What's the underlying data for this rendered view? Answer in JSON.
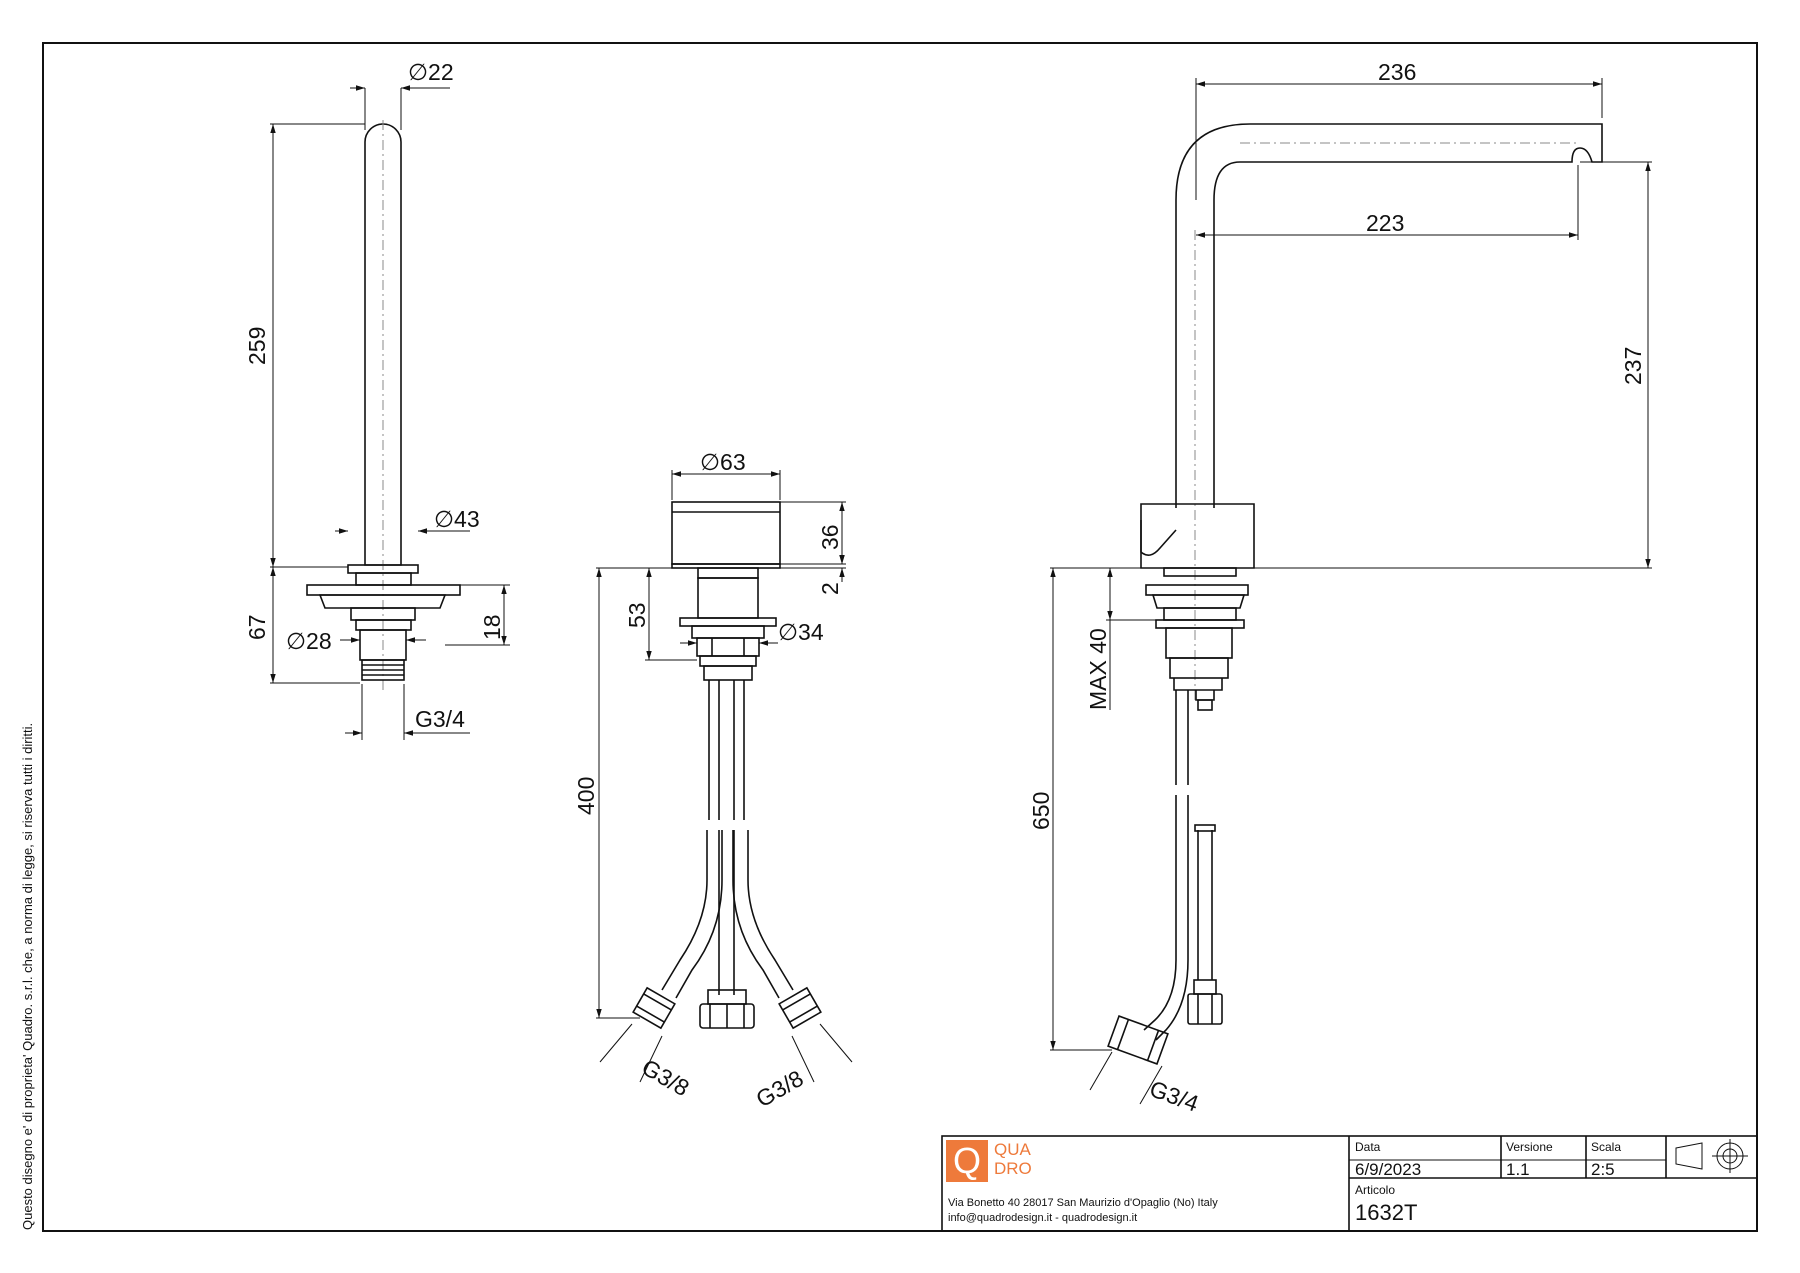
{
  "side_note": "Questo disegno e' di proprieta' Quadro. s.r.l. che, a norma di legge, si riserva tutti i diritti.",
  "dimensions": {
    "d22": "∅22",
    "h259": "259",
    "d43": "∅43",
    "h67": "67",
    "d28": "∅28",
    "h18": "18",
    "g34_left": "G3/4",
    "d63": "∅63",
    "h36": "36",
    "h2": "2",
    "h53": "53",
    "d34": "∅34",
    "h400": "400",
    "g38_a": "G3/8",
    "g38_b": "G3/8",
    "w236": "236",
    "w223": "223",
    "h237": "237",
    "max40": "MAX 40",
    "h650": "650",
    "g34_right": "G3/4"
  },
  "title_block": {
    "logo_letter": "Q",
    "logo_line1": "QUA",
    "logo_line2": "DRO",
    "address": "Via Bonetto 40  28017 San Maurizio d'Opaglio (No) Italy",
    "contact": "info@quadrodesign.it  -  quadrodesign.it",
    "data_label": "Data",
    "data_value": "6/9/2023",
    "versione_label": "Versione",
    "versione_value": "1.1",
    "scala_label": "Scala",
    "scala_value": "2:5",
    "articolo_label": "Articolo",
    "articolo_value": "1632T"
  },
  "colors": {
    "line": "#111111",
    "center_line": "#888888",
    "brand": "#ee7a3b"
  }
}
